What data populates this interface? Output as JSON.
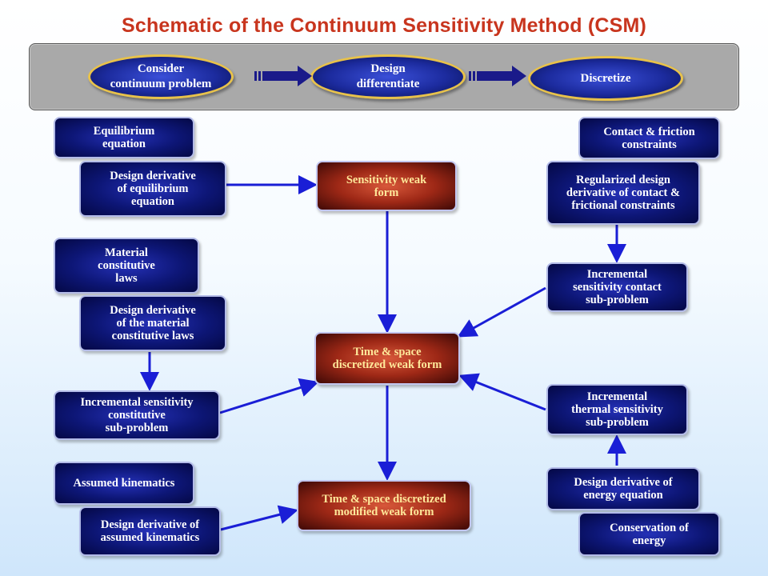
{
  "title": "Schematic of the Continuum Sensitivity Method (CSM)",
  "colors": {
    "title": "#c8351e",
    "box_blue": "#0d1676",
    "box_red": "#9e2816",
    "red_box_text": "#ffe89a",
    "arrow": "#1a1ed6",
    "oval_border": "#e8c24a",
    "banner": "#a9a9a9"
  },
  "steps": [
    {
      "label": "Consider\ncontinuum problem"
    },
    {
      "label": "Design\ndifferentiate"
    },
    {
      "label": "Discretize"
    }
  ],
  "left": {
    "equilibrium": "Equilibrium\nequation",
    "dd_equilibrium": "Design derivative\nof equilibrium\nequation",
    "material": "Material\nconstitutive\nlaws",
    "dd_material": "Design derivative\nof the material\nconstitutive laws",
    "inc_constitutive": "Incremental sensitivity\nconstitutive\nsub-problem",
    "kinematics": "Assumed kinematics",
    "dd_kinematics": "Design derivative of\nassumed kinematics"
  },
  "center": {
    "weak_form": "Sensitivity weak\nform",
    "discretized": "Time & space\ndiscretized weak form",
    "modified": "Time & space discretized\nmodified weak form"
  },
  "right": {
    "contact": "Contact & friction\nconstraints",
    "regularized": "Regularized design\nderivative of contact &\nfrictional constraints",
    "inc_contact": "Incremental\nsensitivity contact\nsub-problem",
    "inc_thermal": "Incremental\nthermal sensitivity\nsub-problem",
    "dd_energy": "Design derivative of\nenergy equation",
    "conservation": "Conservation of\nenergy"
  }
}
